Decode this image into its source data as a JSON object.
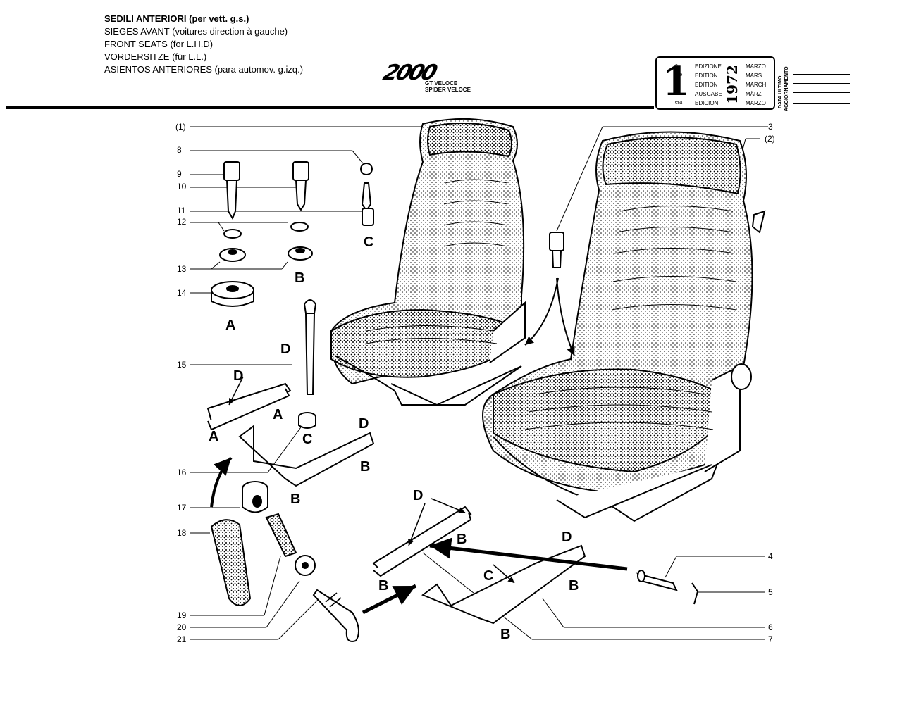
{
  "header": {
    "titles": [
      {
        "main": "SEDILI ANTERIORI",
        "sub": "(per vett. g.s.)",
        "bold": true
      },
      {
        "main": "SIEGES AVANT",
        "sub": "(voitures direction à gauche)",
        "bold": false
      },
      {
        "main": "FRONT SEATS",
        "sub": "(for L.H.D)",
        "bold": false
      },
      {
        "main": "VORDERSITZE",
        "sub": "(für L.L.)",
        "bold": false
      },
      {
        "main": "ASIENTOS ANTERIORES",
        "sub": "(para automov. g.izq.)",
        "bold": false
      }
    ],
    "model": "2000",
    "variants": [
      "GT VELOCE",
      "SPIDER VELOCE"
    ]
  },
  "edition": {
    "number": "1",
    "suffixes": [
      "a",
      "ere",
      "st",
      ".",
      "era"
    ],
    "words": [
      "EDIZIONE",
      "EDITION",
      "EDITION",
      "AUSGABE",
      "EDICION"
    ],
    "year": "1972",
    "months": [
      "MARZO",
      "MARS",
      "MARCH",
      "MÄRZ",
      "MARZO"
    ],
    "update_label_1": "DATA ULTIMO",
    "update_label_2": "AGGIORNAMENTO"
  },
  "callouts": {
    "c1": "(1)",
    "c2": "(2)",
    "c3": "3",
    "c4": "4",
    "c5": "5",
    "c6": "6",
    "c7": "7",
    "c8": "8",
    "c9": "9",
    "c10": "10",
    "c11": "11",
    "c12": "12",
    "c13": "13",
    "c14": "14",
    "c15": "15",
    "c16": "16",
    "c17": "17",
    "c18": "18",
    "c19": "19",
    "c20": "20",
    "c21": "21"
  },
  "letters": {
    "A": "A",
    "B": "B",
    "C": "C",
    "D": "D"
  }
}
